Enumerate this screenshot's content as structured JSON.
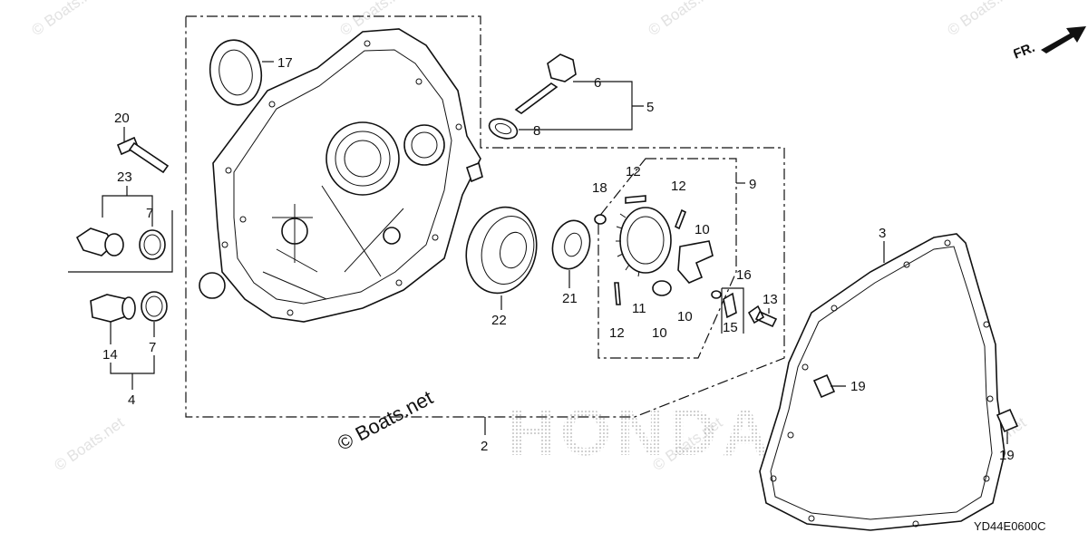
{
  "diagram": {
    "part_code": "YD44E0600C",
    "copyright": "© Boats.net",
    "watermark": "© Boats.net",
    "direction_label": "FR.",
    "brand_watermark": "HONDA"
  },
  "callouts": [
    {
      "id": "c17",
      "text": "17"
    },
    {
      "id": "c6",
      "text": "6"
    },
    {
      "id": "c5",
      "text": "5"
    },
    {
      "id": "c8",
      "text": "8"
    },
    {
      "id": "c20",
      "text": "20"
    },
    {
      "id": "c23",
      "text": "23"
    },
    {
      "id": "c7a",
      "text": "7"
    },
    {
      "id": "c14",
      "text": "14"
    },
    {
      "id": "c7b",
      "text": "7"
    },
    {
      "id": "c4",
      "text": "4"
    },
    {
      "id": "c9",
      "text": "9"
    },
    {
      "id": "c12a",
      "text": "12"
    },
    {
      "id": "c12b",
      "text": "12"
    },
    {
      "id": "c18",
      "text": "18"
    },
    {
      "id": "c10a",
      "text": "10"
    },
    {
      "id": "c16",
      "text": "16"
    },
    {
      "id": "c13",
      "text": "13"
    },
    {
      "id": "c21",
      "text": "21"
    },
    {
      "id": "c22",
      "text": "22"
    },
    {
      "id": "c11",
      "text": "11"
    },
    {
      "id": "c10b",
      "text": "10"
    },
    {
      "id": "c10c",
      "text": "10"
    },
    {
      "id": "c12c",
      "text": "12"
    },
    {
      "id": "c15",
      "text": "15"
    },
    {
      "id": "c3",
      "text": "3"
    },
    {
      "id": "c19a",
      "text": "19"
    },
    {
      "id": "c19b",
      "text": "19"
    },
    {
      "id": "c2",
      "text": "2"
    }
  ]
}
